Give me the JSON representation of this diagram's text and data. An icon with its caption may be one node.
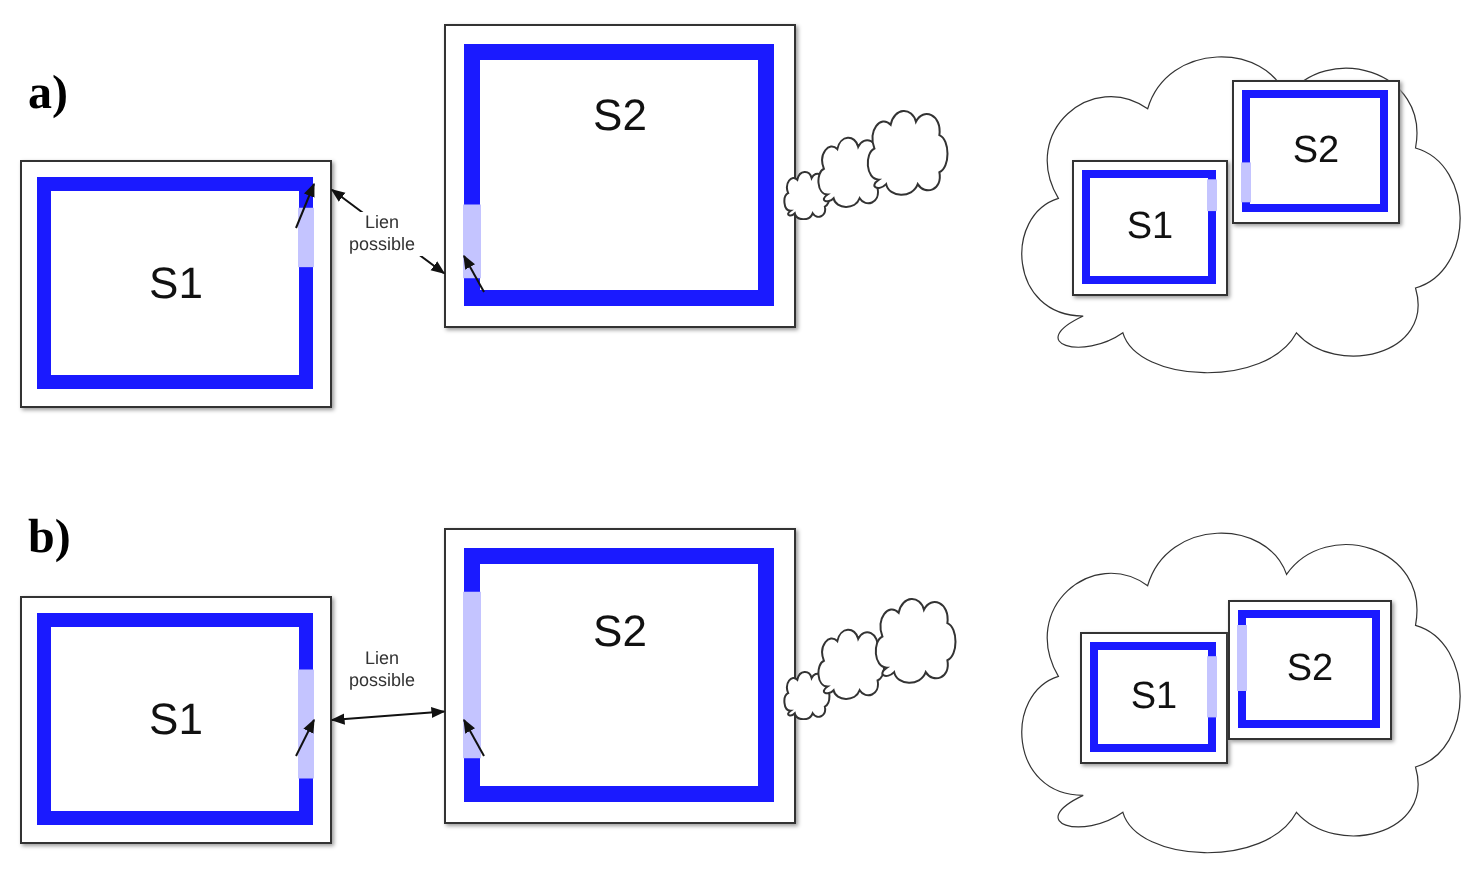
{
  "diagram": {
    "nodes": [
      {
        "text": [
          "S1"
        ]
      },
      {
        "text": [
          "S2"
        ]
      },
      {
        "text": [],
        "shape": "cloud"
      },
      {
        "text": [
          "S1"
        ],
        "in": 2
      },
      {
        "text": [
          "S2"
        ],
        "in": 2
      },
      {
        "text": [
          "S1"
        ]
      },
      {
        "text": [
          "S2"
        ]
      },
      {
        "text": [],
        "shape": "cloud"
      },
      {
        "text": [
          "S1"
        ],
        "in": 7
      },
      {
        "text": [
          "S2"
        ],
        "in": 7
      }
    ],
    "edges": [
      {
        "from": 0,
        "to": 1,
        "arrow": "both",
        "label": "Lien possible"
      },
      {
        "from": 5,
        "to": 6,
        "arrow": "both",
        "label": "Lien possible"
      }
    ],
    "labels": [
      "a)",
      "b)"
    ]
  }
}
